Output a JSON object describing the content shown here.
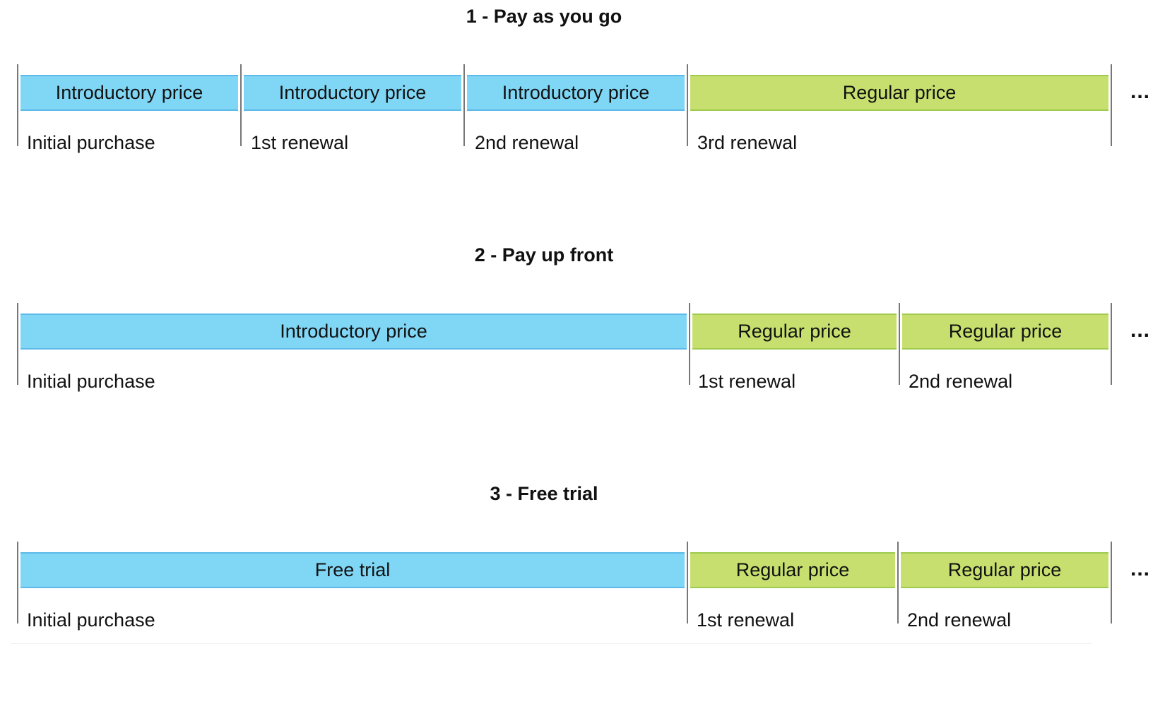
{
  "diagrams": [
    {
      "title": "1 - Pay as you go",
      "segments": [
        {
          "bar": "Introductory price",
          "label": "Initial purchase",
          "type": "introductory"
        },
        {
          "bar": "Introductory price",
          "label": "1st renewal",
          "type": "introductory"
        },
        {
          "bar": "Introductory price",
          "label": "2nd renewal",
          "type": "introductory"
        },
        {
          "bar": "Regular price",
          "label": "3rd renewal",
          "type": "regular"
        }
      ],
      "continuation": "..."
    },
    {
      "title": "2 - Pay up front",
      "segments": [
        {
          "bar": "Introductory price",
          "label": "Initial purchase",
          "type": "introductory"
        },
        {
          "bar": "Regular price",
          "label": "1st renewal",
          "type": "regular"
        },
        {
          "bar": "Regular price",
          "label": "2nd renewal",
          "type": "regular"
        }
      ],
      "continuation": "..."
    },
    {
      "title": "3 - Free trial",
      "segments": [
        {
          "bar": "Free trial",
          "label": "Initial purchase",
          "type": "introductory"
        },
        {
          "bar": "Regular price",
          "label": "1st renewal",
          "type": "regular"
        },
        {
          "bar": "Regular price",
          "label": "2nd renewal",
          "type": "regular"
        }
      ],
      "continuation": "..."
    }
  ],
  "colors": {
    "introductory": "#80d6f5",
    "regular": "#c6df6e",
    "divider": "#777777"
  }
}
